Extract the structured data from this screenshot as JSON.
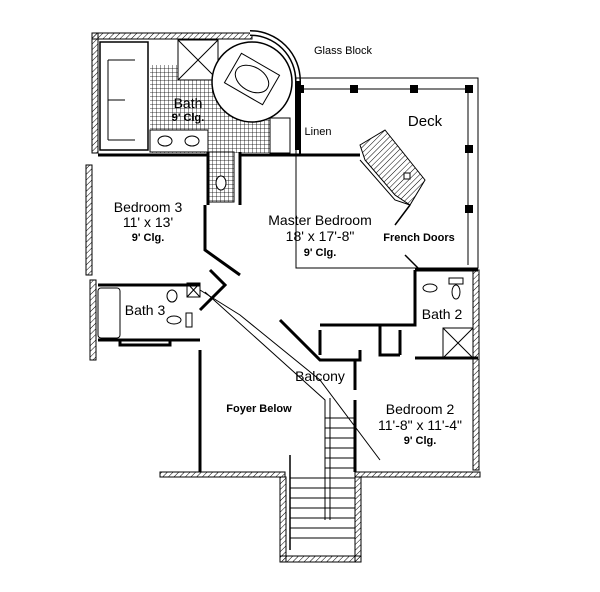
{
  "plan": {
    "rooms": {
      "master_bath": {
        "name": "Bath",
        "ceiling": "9' Clg."
      },
      "bedroom3": {
        "name": "Bedroom 3",
        "size": "11' x 13'",
        "ceiling": "9' Clg."
      },
      "master_bedroom": {
        "name": "Master Bedroom",
        "size": "18' x 17'-8\"",
        "ceiling": "9' Clg."
      },
      "bath3": {
        "name": "Bath 3"
      },
      "bath2": {
        "name": "Bath 2"
      },
      "deck": {
        "name": "Deck"
      },
      "balcony": {
        "name": "Balcony"
      },
      "foyer": {
        "name": "Foyer Below"
      },
      "bedroom2": {
        "name": "Bedroom 2",
        "size": "11'-8\" x 11'-4\"",
        "ceiling": "9' Clg."
      }
    },
    "callouts": {
      "glass_block": "Glass Block",
      "linen": "Linen",
      "french_doors": "French Doors"
    }
  }
}
